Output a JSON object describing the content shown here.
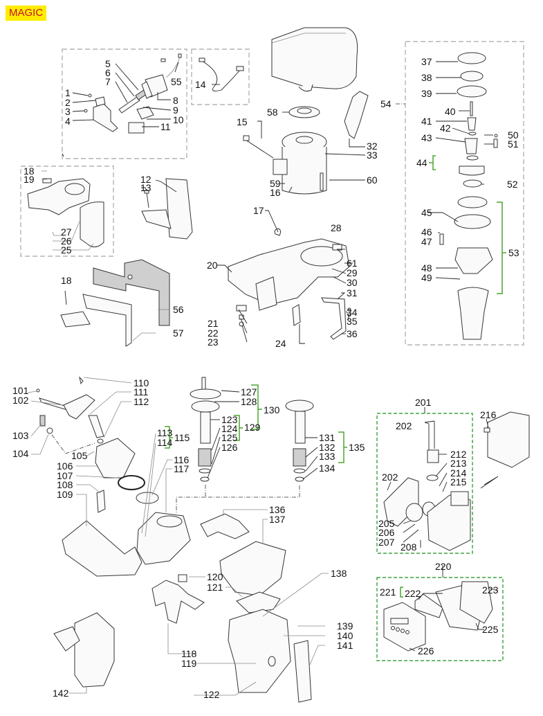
{
  "badge": {
    "label": "MAGIC",
    "bg_color": "#ffec00",
    "text_color": "#c8102e"
  },
  "group_color": "#4aa52e",
  "callouts": {
    "c1": "1",
    "c2": "2",
    "c3": "3",
    "c4": "4",
    "c5": "5",
    "c6": "6",
    "c7": "7",
    "c8": "8",
    "c9": "9",
    "c10": "10",
    "c11": "11",
    "c12": "12",
    "c13": "13",
    "c14": "14",
    "c15": "15",
    "c16": "16",
    "c17": "17",
    "c18a": "18",
    "c19": "19",
    "c18b": "18",
    "c20": "20",
    "c21": "21",
    "c22": "22",
    "c23": "23",
    "c24": "24",
    "c25": "25",
    "c26": "26",
    "c27": "27",
    "c28": "28",
    "c29": "29",
    "c30": "30",
    "c31": "31",
    "c32": "32",
    "c33": "33",
    "c34": "34",
    "c35": "35",
    "c36": "36",
    "c37": "37",
    "c38": "38",
    "c39": "39",
    "c40": "40",
    "c41": "41",
    "c42": "42",
    "c43": "43",
    "c44": "44",
    "c45": "45",
    "c46": "46",
    "c47": "47",
    "c48": "48",
    "c49": "49",
    "c50": "50",
    "c51": "51",
    "c52": "52",
    "c53": "53",
    "c54": "54",
    "c55": "55",
    "c56": "56",
    "c57": "57",
    "c58": "58",
    "c59": "59",
    "c60": "60",
    "c61": "61",
    "c101": "101",
    "c102": "102",
    "c103": "103",
    "c104": "104",
    "c105": "105",
    "c106": "106",
    "c107": "107",
    "c108": "108",
    "c109": "109",
    "c110": "110",
    "c111": "111",
    "c112": "112",
    "c113": "113",
    "c114": "114",
    "c115": "115",
    "c116": "116",
    "c117": "117",
    "c118": "118",
    "c119": "119",
    "c120": "120",
    "c121": "121",
    "c122": "122",
    "c123": "123",
    "c124": "124",
    "c125": "125",
    "c126": "126",
    "c127": "127",
    "c128": "128",
    "c129": "129",
    "c130": "130",
    "c131": "131",
    "c132": "132",
    "c133": "133",
    "c134": "134",
    "c135": "135",
    "c136": "136",
    "c137": "137",
    "c138": "138",
    "c139": "139",
    "c140": "140",
    "c141": "141",
    "c142": "142",
    "c201": "201",
    "c202a": "202",
    "c202b": "202",
    "c205": "205",
    "c206": "206",
    "c207": "207",
    "c208": "208",
    "c212": "212",
    "c213": "213",
    "c214": "214",
    "c215": "215",
    "c216": "216",
    "c220": "220",
    "c221": "221",
    "c222": "222",
    "c223": "223",
    "c225": "225",
    "c226": "226"
  }
}
